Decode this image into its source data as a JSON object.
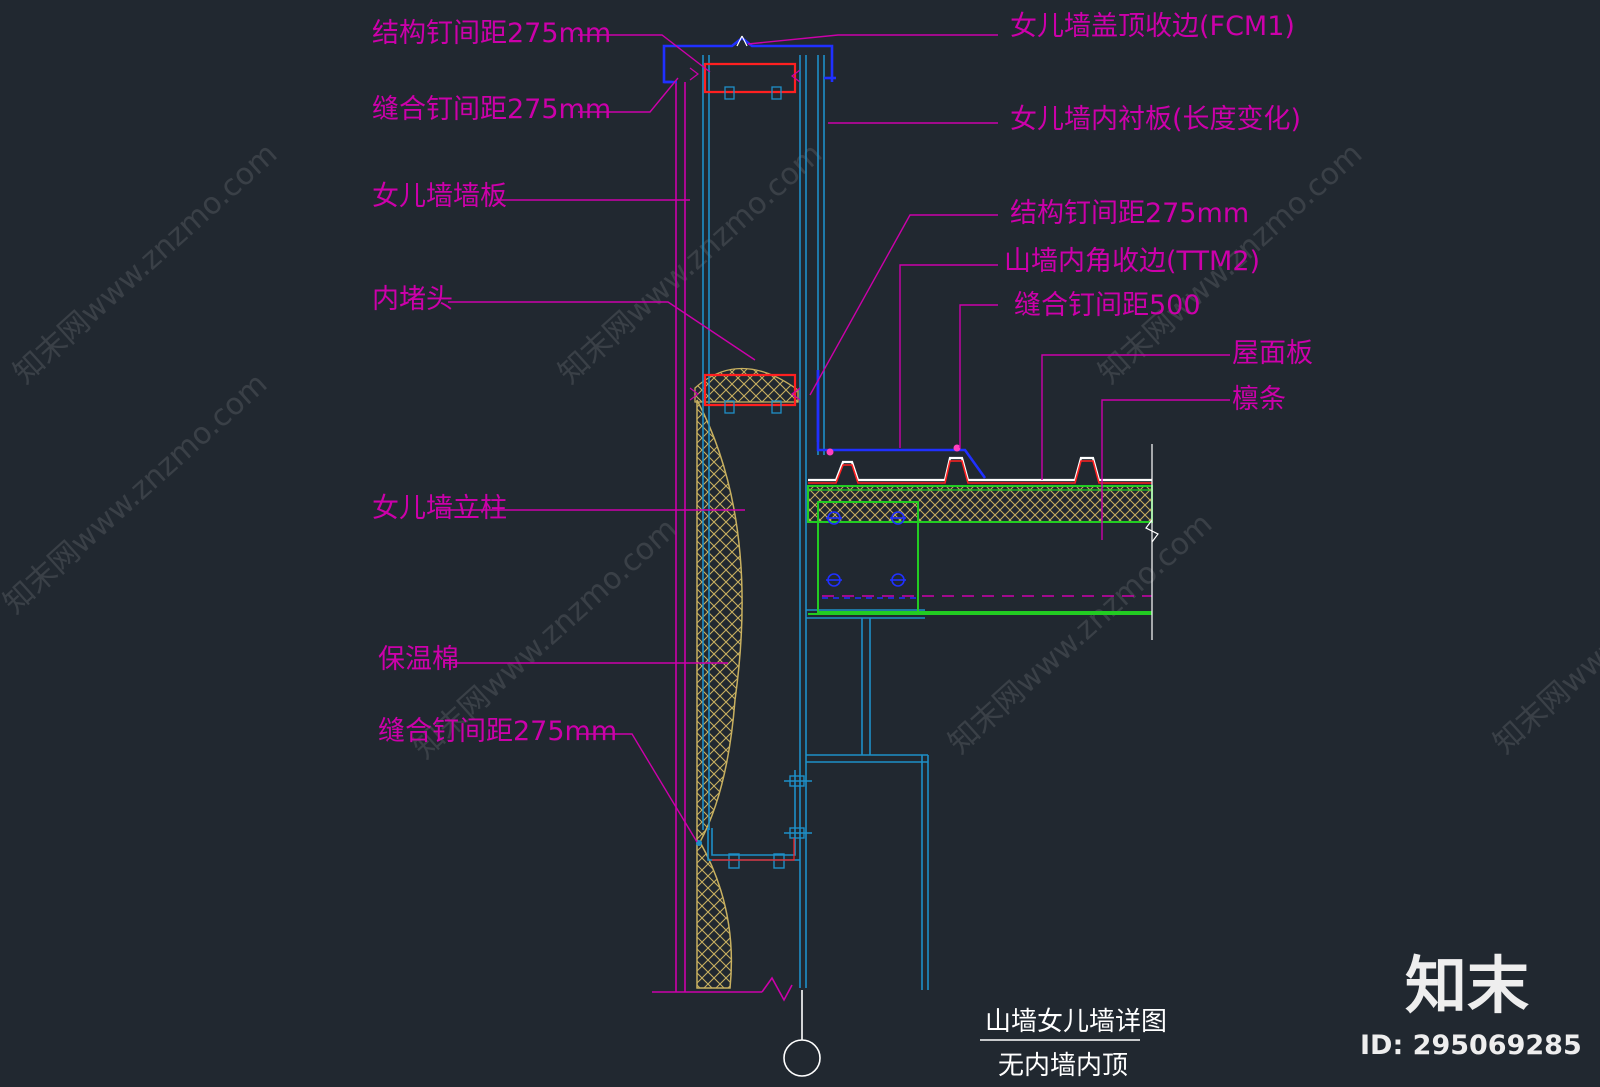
{
  "labels": {
    "struct_nail_top": "结构钉间距275mm",
    "seam_nail_top": "缝合钉间距275mm",
    "parapet_panel": "女儿墙墙板",
    "inner_plug": "内堵头",
    "parapet_column": "女儿墙立柱",
    "insulation": "保温棉",
    "seam_nail_bottom": "缝合钉间距275mm",
    "parapet_cap_flashing": "女儿墙盖顶收边(FCM1)",
    "parapet_inner_liner": "女儿墙内衬板(长度变化)",
    "struct_nail_right": "结构钉间距275mm",
    "gable_inner_corner_flashing": "山墙内角收边(TTM2)",
    "seam_nail_500": "缝合钉间距500",
    "roof_panel": "屋面板",
    "purlin": "檩条"
  },
  "title": {
    "main": "山墙女儿墙详图",
    "sub": "无内墙内顶"
  },
  "watermark": {
    "text": "知末网www.znzmo.com",
    "brand": "知末",
    "id": "ID: 295069285"
  },
  "colors": {
    "background": "#212830",
    "leader": "#cc00aa",
    "cyan": "#1e8fc8",
    "blue": "#2030ff",
    "red": "#ff2020",
    "green": "#22cc22",
    "hatch": "#c8b060",
    "white": "#ffffff"
  }
}
